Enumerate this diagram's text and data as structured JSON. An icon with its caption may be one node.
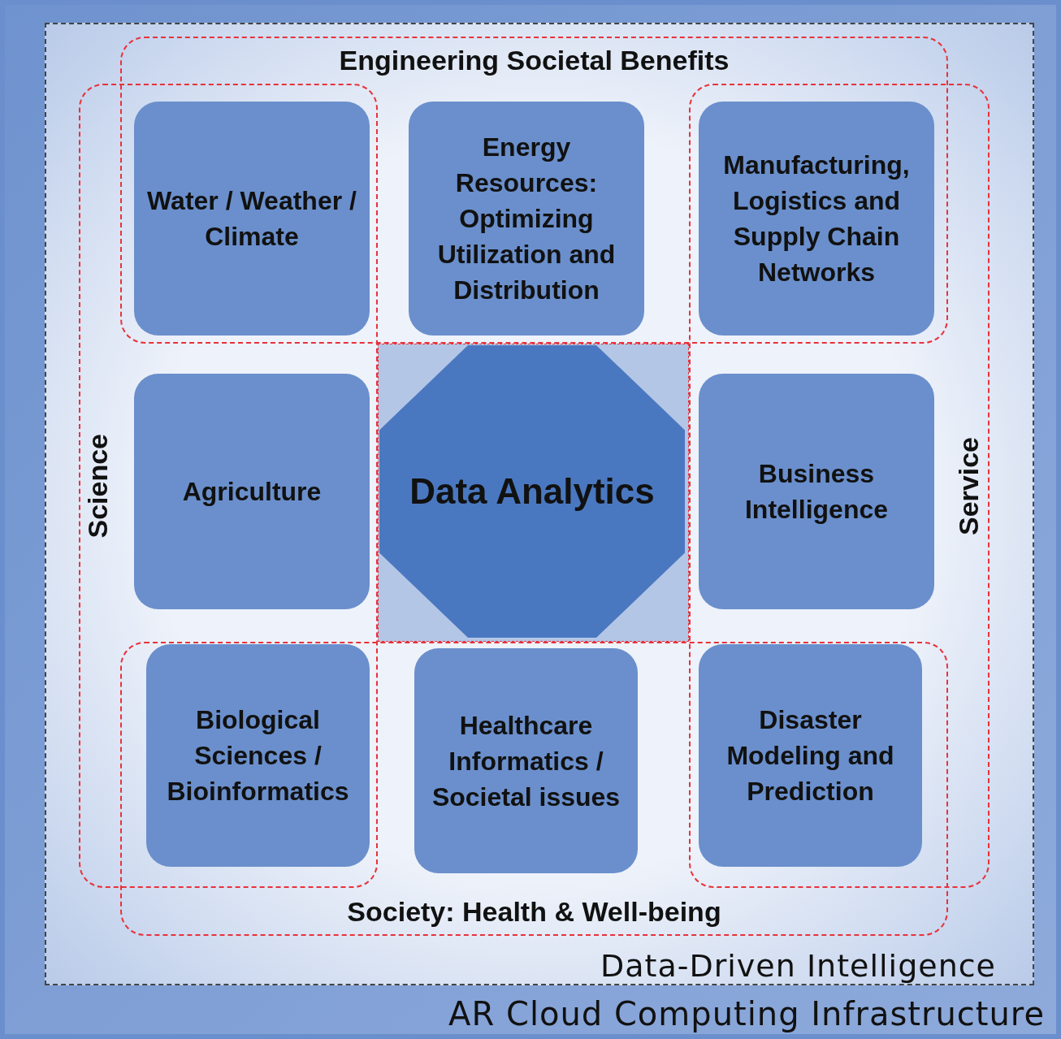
{
  "diagram": {
    "nodes": [
      {
        "text": [
          "AR Cloud Computing Infrastructure"
        ]
      },
      {
        "text": [
          "Data-Driven Intelligence"
        ],
        "in": 0
      },
      {
        "text": [
          "Engineering Societal Benefits"
        ],
        "in": 1
      },
      {
        "text": [
          "Science"
        ],
        "in": 1
      },
      {
        "text": [
          "Service"
        ],
        "in": 1
      },
      {
        "text": [
          "Society: Health & Well-being"
        ],
        "in": 1
      },
      {
        "text": [
          "Water / Weather / Climate"
        ]
      },
      {
        "text": [
          "Energy Resources: Optimizing Utilization and Distribution"
        ],
        "in": 2
      },
      {
        "text": [
          "Manufacturing, Logistics and Supply Chain Networks"
        ]
      },
      {
        "text": [
          "Agriculture"
        ],
        "in": 3
      },
      {
        "text": [
          "Data Analytics"
        ],
        "in": 1
      },
      {
        "text": [
          "Business Intelligence"
        ],
        "in": 4
      },
      {
        "text": [
          "Biological Sciences / Bioinformatics"
        ]
      },
      {
        "text": [
          "Healthcare Informatics / Societal issues"
        ],
        "in": 5
      },
      {
        "text": [
          "Disaster Modeling and Prediction"
        ]
      }
    ],
    "edges": []
  }
}
